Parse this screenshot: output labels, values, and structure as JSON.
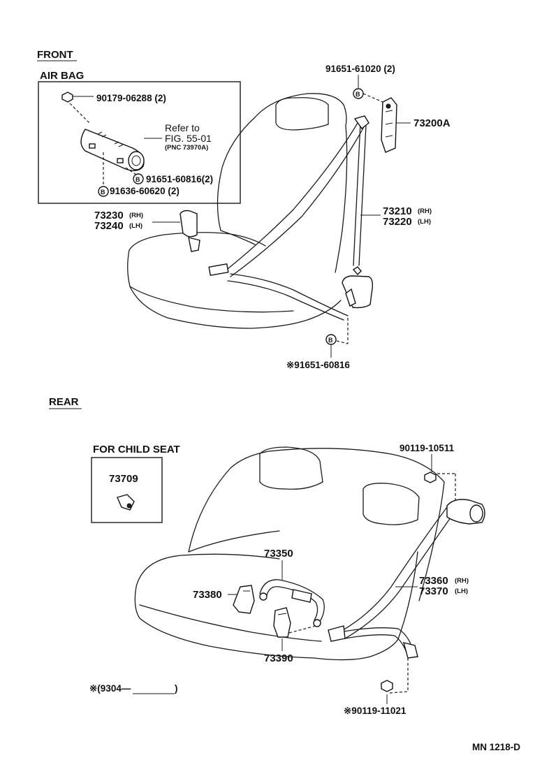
{
  "front": {
    "title": "FRONT",
    "airbag": {
      "title": "AIR  BAG",
      "bolt_pn": "90179-06288 (2)",
      "refer_1": "Refer to",
      "refer_2": "FIG. 55-01",
      "refer_3": "(PNC  73970A)",
      "bolt_b1": "91651-60816(2)",
      "bolt_b2": "91636-60620 (2)",
      "b_mark": "B"
    },
    "top_bolt": "91651-61020 (2)",
    "retractor": "73200A",
    "belt_rh": "73210",
    "belt_lh": "73220",
    "buckle_rh": "73230",
    "buckle_lh": "73240",
    "rh": "(RH)",
    "lh": "(LH)",
    "bottom_bolt": "※91651-60816"
  },
  "rear": {
    "title": "REAR",
    "child_seat": {
      "title": "FOR  CHILD  SEAT",
      "part": "73709"
    },
    "top_bolt": "90119-10511",
    "center_belt": "73350",
    "buckle_left": "73380",
    "buckle_right": "73390",
    "belt_rh": "73360",
    "belt_lh": "73370",
    "bottom_bolt": "※90119-11021",
    "note": "※(9304—"
  },
  "footer": {
    "code": "MN  1218-D"
  }
}
